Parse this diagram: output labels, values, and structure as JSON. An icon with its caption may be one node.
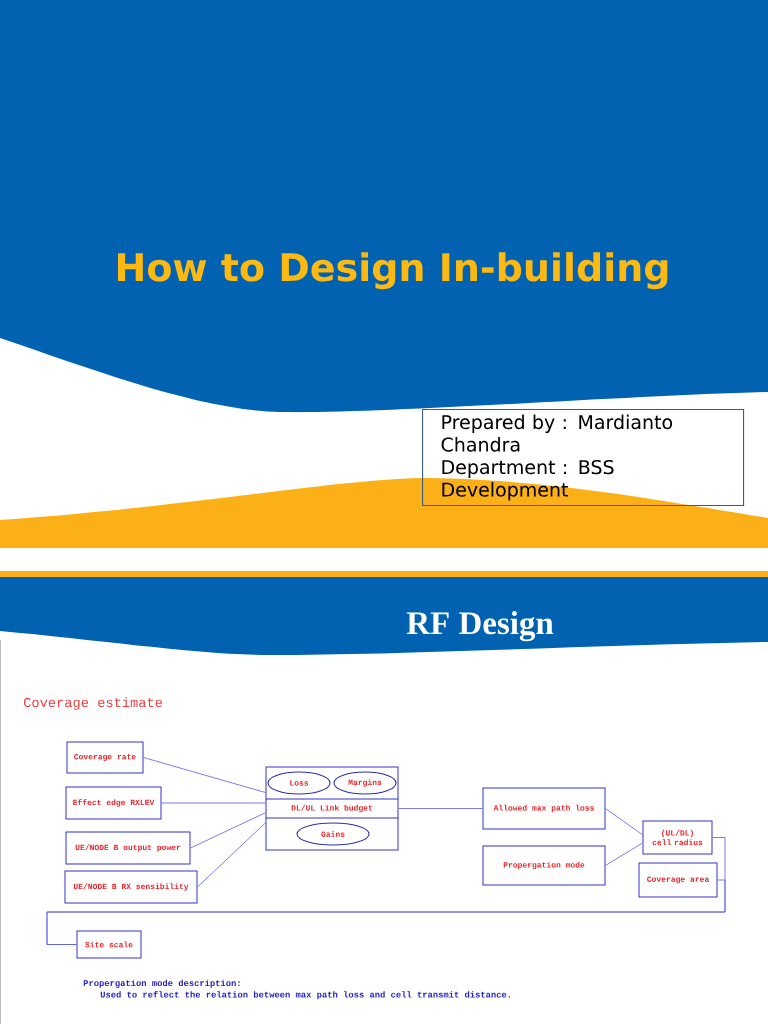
{
  "diagram": {
    "title": "How to Design In-building",
    "nodes": [
      {
        "text": [
          "Prepared by : Mardianto Chandra",
          "Department : BSS Development"
        ]
      },
      {
        "text": [
          "Coverage rate"
        ]
      },
      {
        "text": [
          "Effect edge RXLEV"
        ]
      },
      {
        "text": [
          "UE/NODE B output power"
        ]
      },
      {
        "text": [
          "UE/NODE B RX sensibility"
        ]
      },
      {
        "text": [
          "DL/UL Link budget"
        ]
      },
      {
        "text": [
          "Loss"
        ],
        "in": 5
      },
      {
        "text": [
          "Margins"
        ],
        "in": 5
      },
      {
        "text": [
          "Gains"
        ],
        "in": 5
      },
      {
        "text": [
          "Allowed max path loss"
        ]
      },
      {
        "text": [
          "Propergation mode"
        ]
      },
      {
        "text": [
          "(UL/DL) cell radius"
        ]
      },
      {
        "text": [
          "Coverage area"
        ]
      },
      {
        "text": [
          "Site scale"
        ]
      }
    ],
    "edges": [
      {
        "from": 1,
        "to": 5,
        "arrow": "none"
      },
      {
        "from": 2,
        "to": 5,
        "arrow": "none"
      },
      {
        "from": 3,
        "to": 5,
        "arrow": "none"
      },
      {
        "from": 4,
        "to": 5,
        "arrow": "none"
      },
      {
        "from": 5,
        "to": 9,
        "arrow": "none"
      },
      {
        "from": 9,
        "to": 11,
        "arrow": "none"
      },
      {
        "from": 10,
        "to": 11,
        "arrow": "none"
      },
      {
        "from": 11,
        "to": 13,
        "arrow": "none"
      },
      {
        "from": 12,
        "to": 13,
        "arrow": "none"
      }
    ],
    "labels": [
      "RF Design",
      "Coverage estimate",
      "Propergation mode description:",
      "Used to reflect the relation between max path loss and cell transmit distance."
    ]
  }
}
